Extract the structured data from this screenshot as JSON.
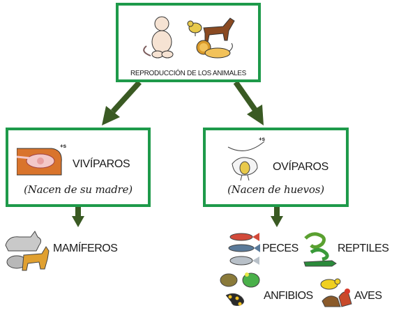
{
  "root": {
    "title": "REPRODUCCIÓN DE LOS ANIMALES"
  },
  "viviparos": {
    "title": "VIVÍPAROS",
    "subtitle": "(Nacen de su madre)",
    "plus": "+s"
  },
  "oviparos": {
    "title": "OVÍPAROS",
    "subtitle": "(Nacen de huevos)",
    "plus": "+s"
  },
  "groups": {
    "mamiferos": "MAMÍFEROS",
    "peces": "PECES",
    "reptiles": "REPTILES",
    "anfibios": "ANFIBIOS",
    "aves": "AVES"
  },
  "colors": {
    "border": "#1e9a4a",
    "arrow": "#3a5a23"
  }
}
